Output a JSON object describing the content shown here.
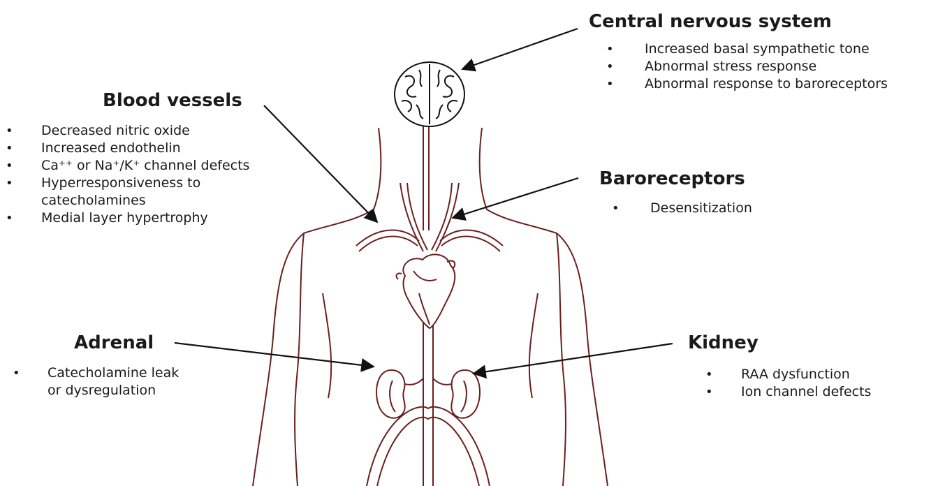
{
  "labels": {
    "cns": "Central nervous system",
    "blood_vessels": "Blood vessels",
    "baroreceptors": "Baroreceptors",
    "adrenal": "Adrenal",
    "kidney": "Kidney"
  },
  "lists": {
    "cns": [
      "Increased basal sympathetic tone",
      "Abnormal stress response",
      "Abnormal response to baroreceptors"
    ],
    "blood_vessels": [
      {
        "line1": "Decreased nitric oxide"
      },
      {
        "line1": "Increased endothelin"
      },
      {
        "line1": "Ca⁺⁺ or Na⁺/K⁺ channel defects"
      },
      {
        "line1": "Hyperresponsiveness to",
        "line2": "catecholamines"
      },
      {
        "line1": "Medial layer hypertrophy"
      }
    ],
    "baroreceptors": [
      "Desensitization"
    ],
    "adrenal": [
      {
        "line1": "Catecholamine leak",
        "line2": "or dysregulation"
      }
    ],
    "kidney": [
      "RAA dysfunction",
      "Ion channel defects"
    ]
  },
  "bullet": "•",
  "colors": {
    "outline": "#6b1f1f",
    "arrow": "#111111",
    "text": "#1a1a1a"
  },
  "icons": [
    "brain-icon",
    "heart-icon",
    "kidney-icon",
    "body-outline"
  ]
}
